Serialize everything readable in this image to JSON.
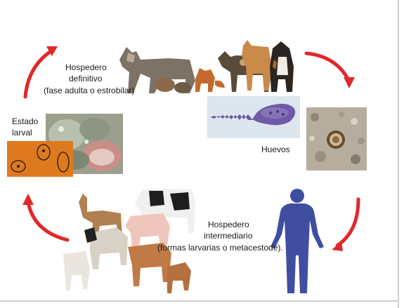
{
  "labels": {
    "definitive_host_line1": "Hospedero",
    "definitive_host_line2": "definitivo",
    "definitive_host_line3": "(fase adulta o estrobilar)",
    "larval_line1": "Estado",
    "larval_line2": "larval",
    "eggs": "Huevos",
    "intermediate_line1": "Hospedero",
    "intermediate_line2": "intermediario",
    "intermediate_line3": "(formas larvarias o metacestode)."
  },
  "colors": {
    "arrow": "#e0282a",
    "human_silhouette": "#3f4ea0",
    "egg_purple": "#6e5aa6",
    "frame_border": "#cfcfcf"
  },
  "icons": [
    "canids-photo-icon",
    "tapeworm-proglottid-icon",
    "egg-micrograph-icon",
    "human-silhouette-icon",
    "livestock-group-icon",
    "hydatid-cyst-photo-icon",
    "larvae-micrograph-icon",
    "cycle-arrow-icon"
  ]
}
